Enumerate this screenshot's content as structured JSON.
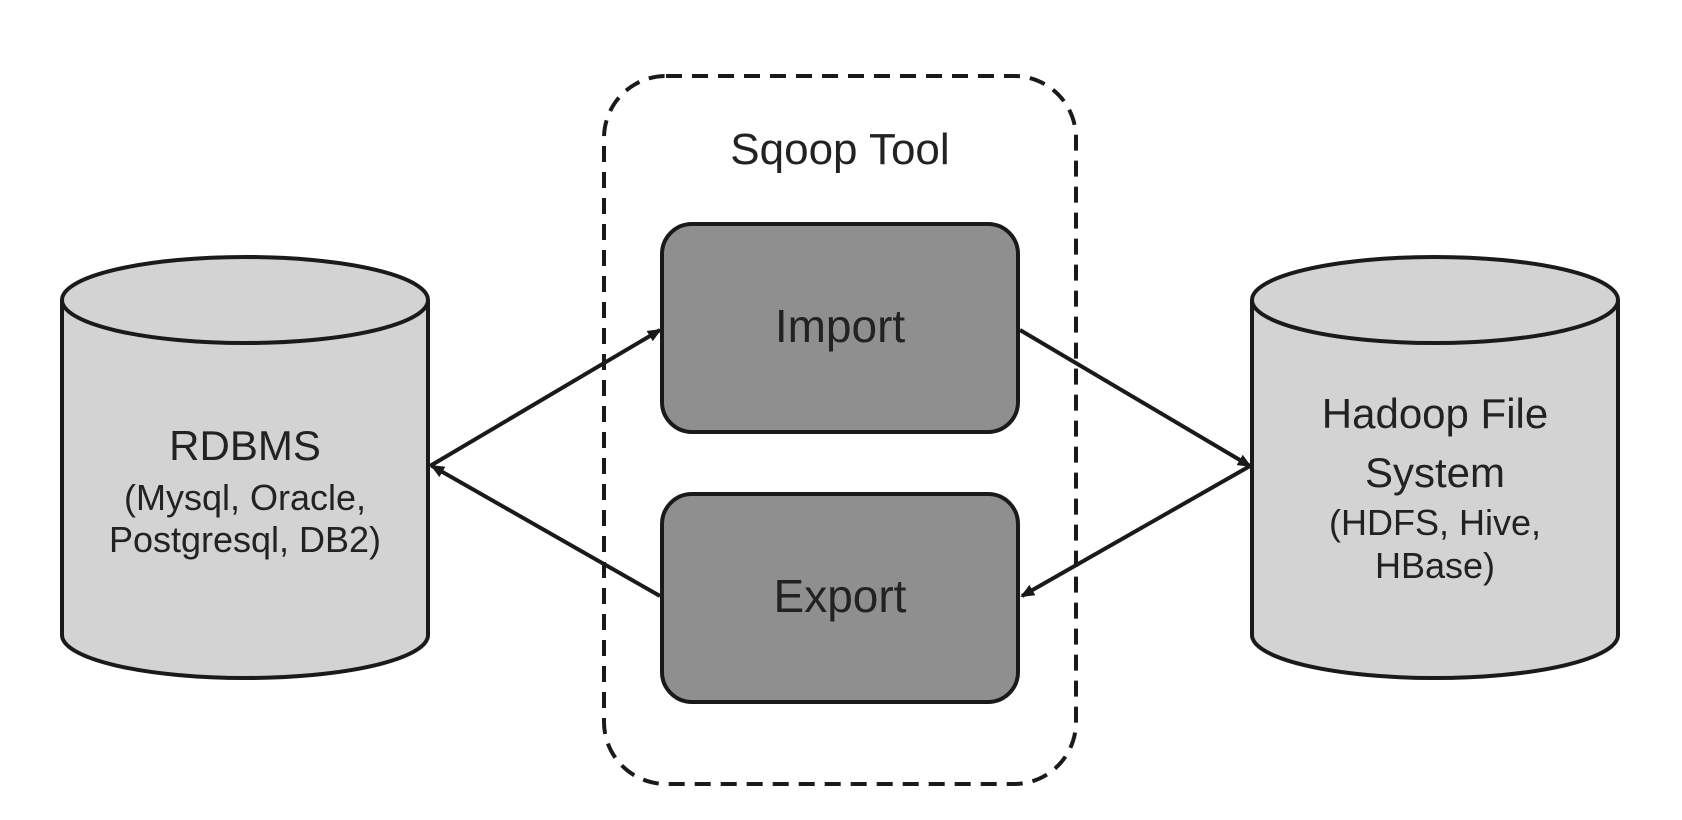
{
  "diagram": {
    "group_title": "Sqoop Tool",
    "source": {
      "title": "RDBMS",
      "lines": [
        "(Mysql, Oracle,",
        "Postgresql, DB2)"
      ]
    },
    "target": {
      "lines": [
        "Hadoop File",
        "System",
        "(HDFS, Hive,",
        "HBase)"
      ]
    },
    "operations": {
      "import_label": "Import",
      "export_label": "Export"
    },
    "colors": {
      "background": "#ffffff",
      "cylinder_fill": "#d3d3d3",
      "box_fill": "#8f8f8f",
      "stroke": "#1a1a1a",
      "text": "#222222"
    }
  }
}
